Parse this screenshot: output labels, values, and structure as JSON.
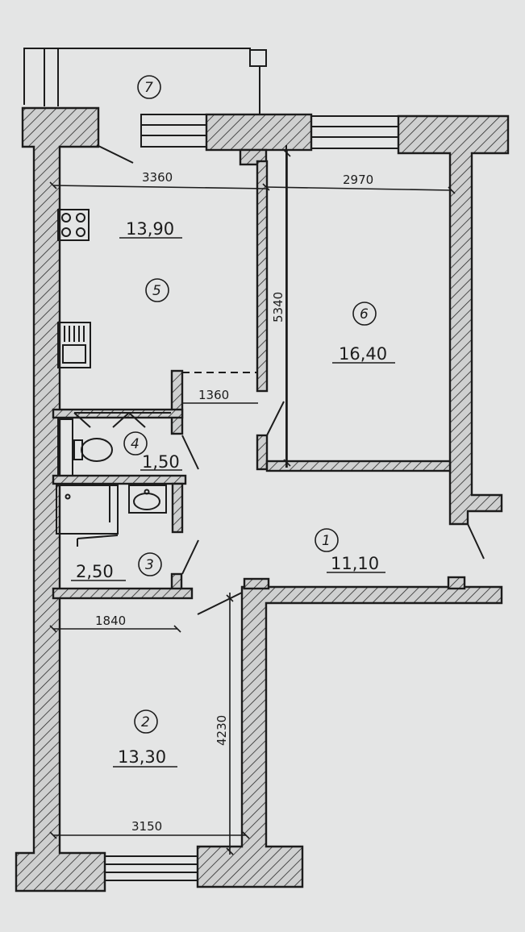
{
  "rooms": [
    {
      "number": "1",
      "area": "11,10"
    },
    {
      "number": "2",
      "area": "13,30"
    },
    {
      "number": "3",
      "area": "2,50"
    },
    {
      "number": "4",
      "area": "1,50"
    },
    {
      "number": "5",
      "area": "13,90"
    },
    {
      "number": "6",
      "area": "16,40"
    },
    {
      "number": "7",
      "area": ""
    }
  ],
  "dimensions": {
    "kitchen_width": "3360",
    "room6_width": "2970",
    "room6_length": "5340",
    "partition": "1360",
    "bath_width": "1840",
    "room2_length": "4230",
    "room2_width": "3150"
  }
}
